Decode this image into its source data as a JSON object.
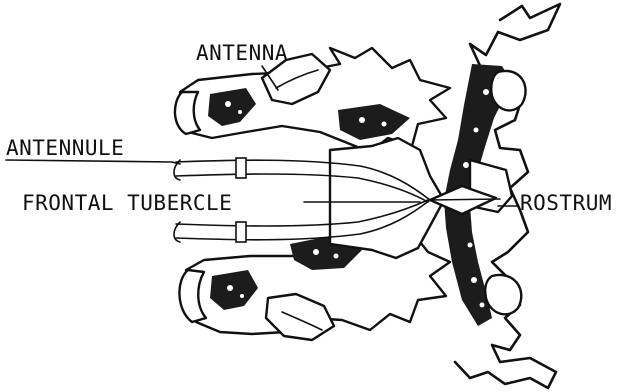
{
  "labels": {
    "antenna": "ANTENNA",
    "antennule": "ANTENNULE",
    "frontal_tubercle": "FRONTAL TUBERCLE",
    "rostrum": "ROSTRUM"
  },
  "colors": {
    "ink": "#111111",
    "background": "#ffffff"
  }
}
